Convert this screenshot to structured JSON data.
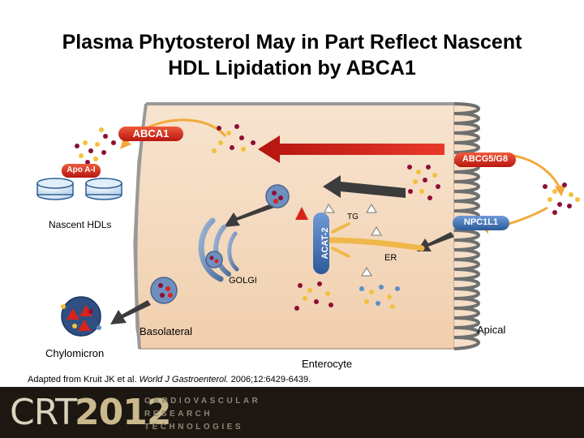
{
  "title_lines": [
    "Plasma Phytosterol May in Part Reflect Nascent",
    "HDL Lipidation by ABCA1"
  ],
  "labels": {
    "abca1": "ABCA1",
    "abcg5g8": "ABCG5/G8",
    "apoa1": "Apo A-I",
    "nascent_hdls": "Nascent HDLs",
    "tg": "TG",
    "npc1l1": "NPC1L1",
    "acat2": "ACAT-2",
    "er": "ER",
    "golgi": "GOLGI",
    "basolateral": "Basolateral",
    "apical": "Apical",
    "chylomicron": "Chylomicron",
    "enterocyte": "Enterocyte"
  },
  "citation": {
    "prefix": "Adapted from Kruit JK et al. ",
    "journal": "World J Gastroenterol.",
    "suffix": " 2006;12:6429-6439."
  },
  "footer": {
    "logo_left": "CRT",
    "logo_year": "2012",
    "logo_words": [
      "CARDIOVASCULAR",
      "RESEARCH",
      "TECHNOLOGIES"
    ]
  },
  "colors": {
    "cell_fill": "#f6dfc8",
    "membrane": "#8c8c8c",
    "pill_red": "#d8231c",
    "pill_blue": "#3e6fb0",
    "sterol_dark_red": "#8d0f35",
    "sterol_yellow": "#f3c13c",
    "arrow_orange": "#f2a93b",
    "arrow_gray": "#3c3c3c",
    "footer_bg": "#1c1710"
  }
}
